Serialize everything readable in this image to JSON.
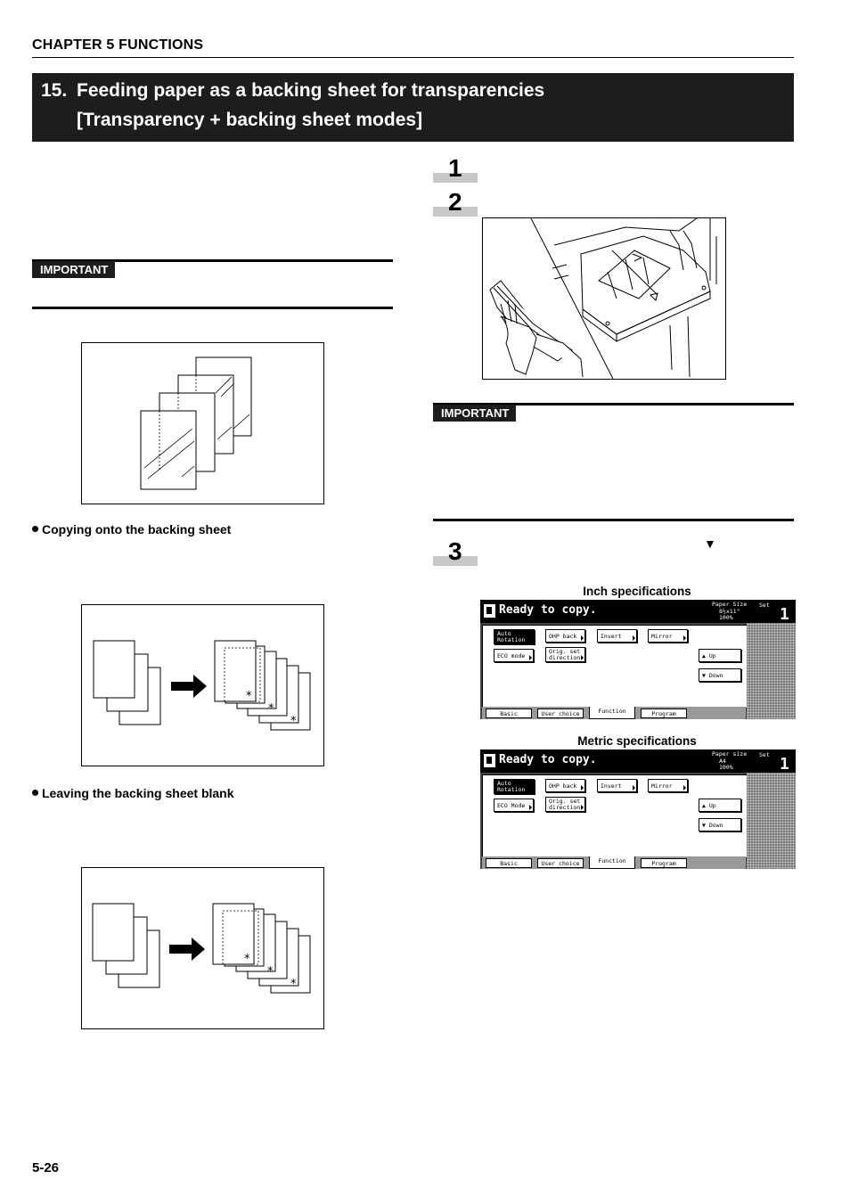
{
  "header": {
    "chapter": "CHAPTER 5  FUNCTIONS"
  },
  "section": {
    "number": "15.",
    "title_line1": "Feeding paper as a backing sheet for transparencies",
    "title_line2": "[Transparency + backing sheet modes]"
  },
  "important_label": "IMPORTANT",
  "captions": {
    "copying": "Copying onto the backing sheet",
    "blank": "Leaving the backing sheet blank"
  },
  "steps": {
    "s1": "1",
    "s2": "2",
    "s3": "3"
  },
  "down_triangle": "▼",
  "panels": [
    {
      "label": "Inch specifications",
      "status": "Ready to copy.",
      "paper_size_label": "Paper Size",
      "paper_size_value": "8½x11\"",
      "zoom": "100%",
      "set_label": "Set",
      "count": "1",
      "buttons": {
        "auto_rotation": [
          "Auto",
          "Rotation"
        ],
        "ohp_back": "OHP back",
        "invert": "Invert",
        "mirror": "Mirror",
        "eco": "ECO mode",
        "orig_set": [
          "Orig. set",
          "direction"
        ],
        "up": "Up",
        "down": "Down"
      },
      "tabs": [
        "Basic",
        "User choice",
        "Function",
        "Program"
      ]
    },
    {
      "label": "Metric specifications",
      "status": "Ready to copy.",
      "paper_size_label": "Paper size",
      "paper_size_value": "A4",
      "zoom": "100%",
      "set_label": "Set",
      "count": "1",
      "buttons": {
        "auto_rotation": [
          "Auto",
          "Rotation"
        ],
        "ohp_back": "OHP back",
        "invert": "Invert",
        "mirror": "Mirror",
        "eco": "ECO Mode",
        "orig_set": [
          "Orig. set",
          "direction"
        ],
        "up": "Up",
        "down": "Down"
      },
      "tabs": [
        "Basic",
        "User choice",
        "Function",
        "Program"
      ]
    }
  ],
  "footer": {
    "page_number": "5-26"
  }
}
